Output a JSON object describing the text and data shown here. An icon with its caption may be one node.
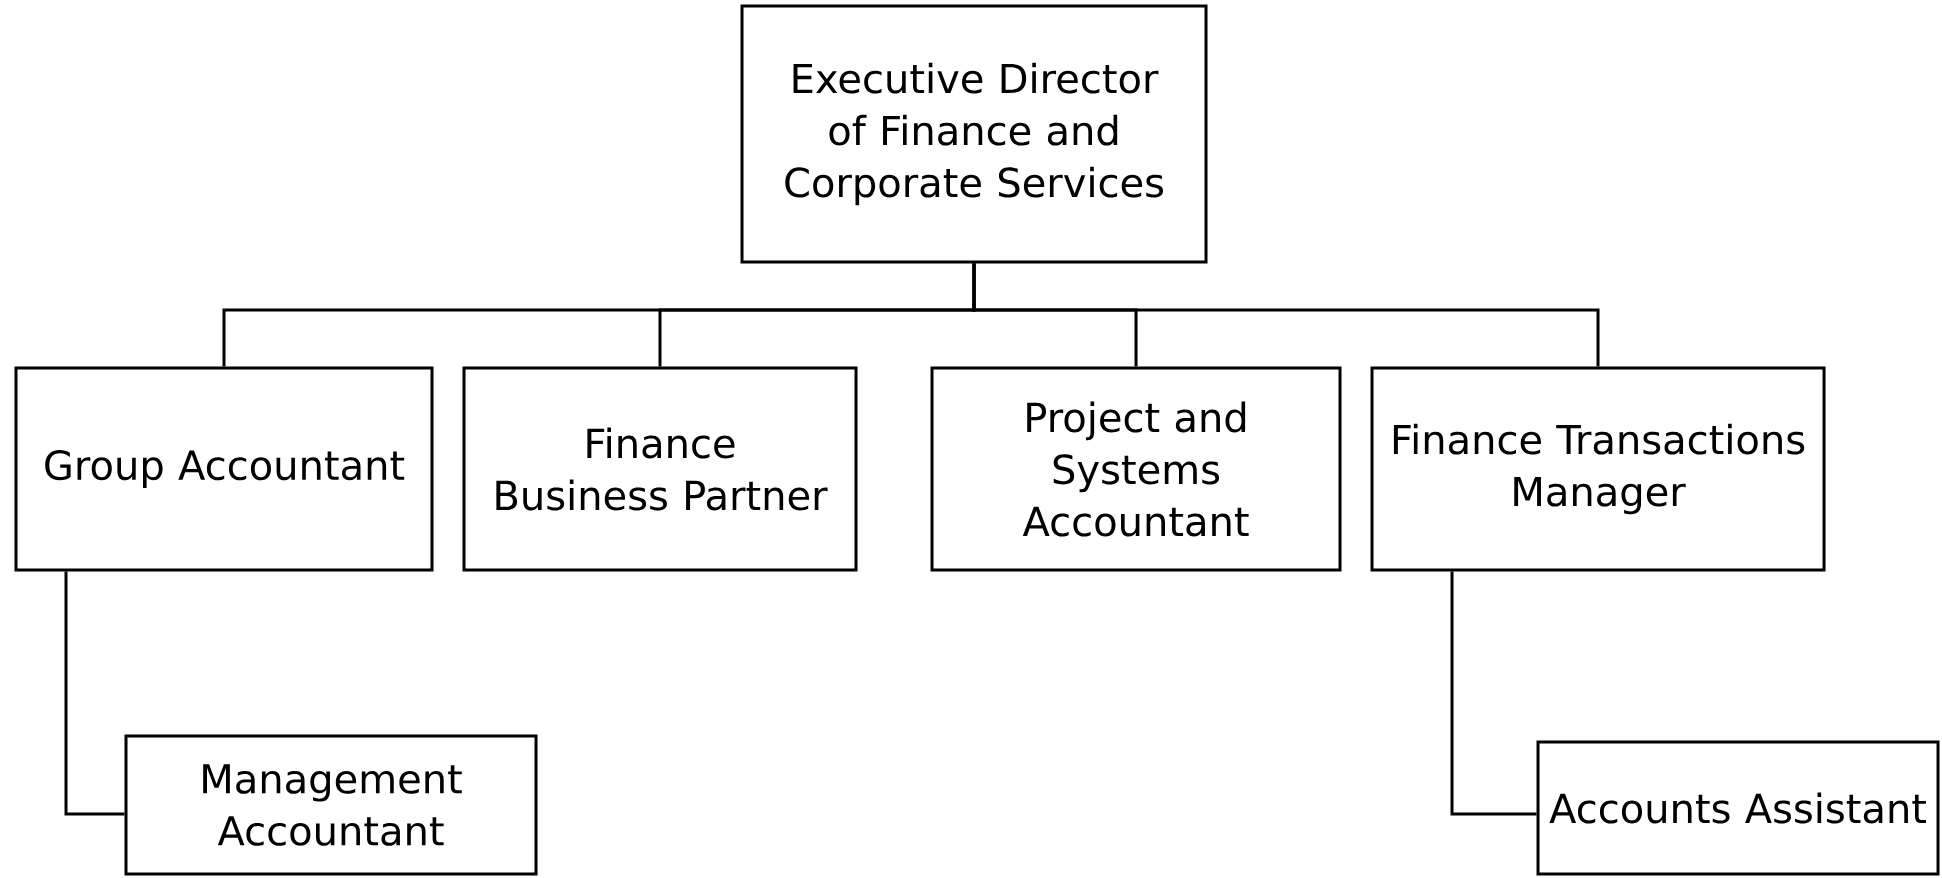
{
  "diagram": {
    "nodes": [
      {
        "text": [
          "Executive Director of Finance and Corporate Services"
        ]
      },
      {
        "text": [
          "Group Accountant"
        ]
      },
      {
        "text": [
          "Finance Business Partner"
        ]
      },
      {
        "text": [
          "Project and Systems Accountant"
        ]
      },
      {
        "text": [
          "Finance Transactions Manager"
        ]
      },
      {
        "text": [
          "Management Accountant"
        ]
      },
      {
        "text": [
          "Accounts Assistant"
        ]
      }
    ],
    "edges": [
      {
        "from": 0,
        "to": 1,
        "arrow": "none"
      },
      {
        "from": 0,
        "to": 2,
        "arrow": "none"
      },
      {
        "from": 0,
        "to": 3,
        "arrow": "none"
      },
      {
        "from": 0,
        "to": 4,
        "arrow": "none"
      },
      {
        "from": 1,
        "to": 5,
        "arrow": "none"
      },
      {
        "from": 4,
        "to": 6,
        "arrow": "none"
      }
    ]
  }
}
